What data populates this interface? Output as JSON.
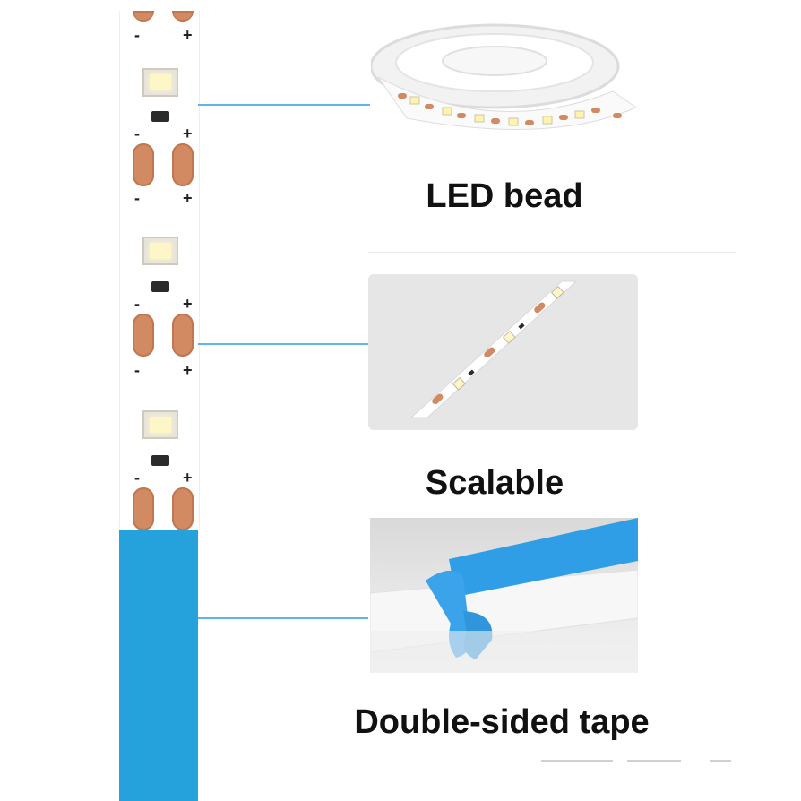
{
  "features": [
    {
      "label": "LED bead"
    },
    {
      "label": "Scalable"
    },
    {
      "label": "Double-sided tape"
    }
  ],
  "strip_marks": {
    "minus": "-",
    "plus": "+"
  },
  "colors": {
    "tape_blue": "#25a1db",
    "connector_line": "#5fb6e6",
    "copper_pad": "#d28a62",
    "led_phosphor": "#fff6c8",
    "caption_text": "#111111"
  },
  "icons": [
    "led-strip-reel-image",
    "cut-led-strip-image",
    "double-sided-tape-image"
  ]
}
